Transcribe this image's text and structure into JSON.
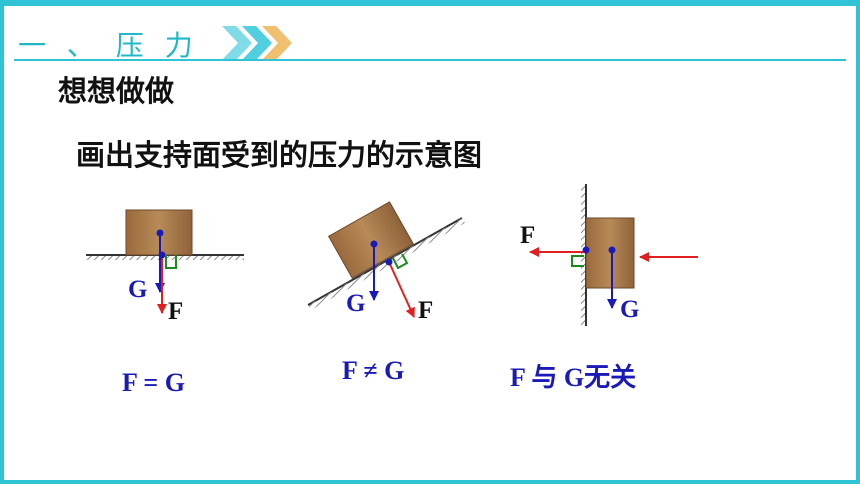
{
  "header": {
    "title": "一 、 压 力"
  },
  "heading": "想想做做",
  "subheading": "画出支持面受到的压力的示意图",
  "diagrams": [
    {
      "g_label": "G",
      "f_label": "F",
      "caption": "F = G"
    },
    {
      "g_label": "G",
      "f_label": "F",
      "caption": "F ≠ G"
    },
    {
      "g_label": "G",
      "f_label": "F",
      "caption": "F 与 G无关"
    }
  ],
  "colors": {
    "accent": "#2ec4d6",
    "blue": "#1a1ab8",
    "red": "#e02020",
    "green": "#1a8a1a",
    "wood": "#a87a4a"
  }
}
